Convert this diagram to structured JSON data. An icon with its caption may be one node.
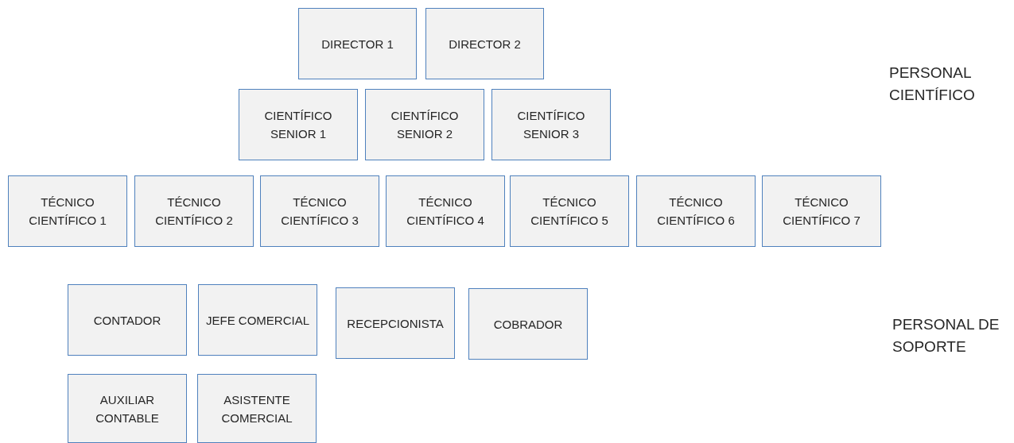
{
  "diagram": {
    "nodes": [
      {
        "text": [
          "DIRECTOR 1"
        ]
      },
      {
        "text": [
          "DIRECTOR 2"
        ]
      },
      {
        "text": [
          "CIENTÍFICO SENIOR 1"
        ]
      },
      {
        "text": [
          "CIENTÍFICO SENIOR 2"
        ]
      },
      {
        "text": [
          "CIENTÍFICO SENIOR 3"
        ]
      },
      {
        "text": [
          "TÉCNICO CIENTÍFICO 1"
        ]
      },
      {
        "text": [
          "TÉCNICO CIENTÍFICO 2"
        ]
      },
      {
        "text": [
          "TÉCNICO CIENTÍFICO 3"
        ]
      },
      {
        "text": [
          "TÉCNICO CIENTÍFICO 4"
        ]
      },
      {
        "text": [
          "TÉCNICO CIENTÍFICO 5"
        ]
      },
      {
        "text": [
          "TÉCNICO CIENTÍFICO 6"
        ]
      },
      {
        "text": [
          "TÉCNICO CIENTÍFICO 7"
        ]
      },
      {
        "text": [
          "CONTADOR"
        ]
      },
      {
        "text": [
          "JEFE COMERCIAL"
        ]
      },
      {
        "text": [
          "RECEPCIONISTA"
        ]
      },
      {
        "text": [
          "COBRADOR"
        ]
      },
      {
        "text": [
          "AUXILIAR CONTABLE"
        ]
      },
      {
        "text": [
          "ASISTENTE COMERCIAL"
        ]
      }
    ],
    "labels": [
      "PERSONAL CIENTÍFICO",
      "PERSONAL DE SOPORTE"
    ]
  }
}
